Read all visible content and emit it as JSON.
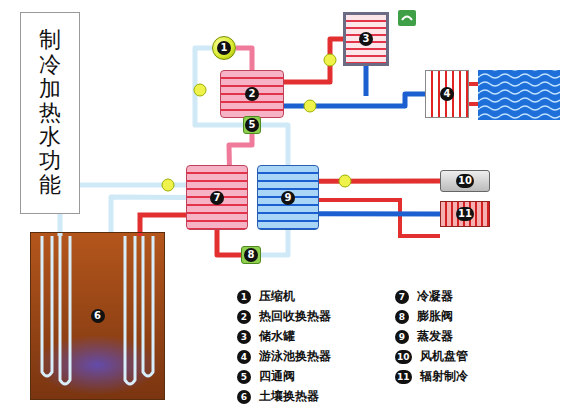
{
  "diagram": {
    "title": "制冷加热水功能",
    "nodes": [
      {
        "text": [
          "1"
        ]
      },
      {
        "text": [
          "2"
        ]
      },
      {
        "text": [
          "3"
        ]
      },
      {
        "text": [
          "4"
        ]
      },
      {
        "text": [
          "5"
        ]
      },
      {
        "text": [
          "6"
        ]
      },
      {
        "text": [
          "7"
        ]
      },
      {
        "text": [
          "8"
        ]
      },
      {
        "text": [
          "9"
        ]
      },
      {
        "text": [
          "10"
        ]
      },
      {
        "text": [
          "11"
        ]
      }
    ],
    "edges": [
      {
        "from": 0,
        "to": 1,
        "arrow": "none"
      },
      {
        "from": 1,
        "to": 2,
        "arrow": "none"
      },
      {
        "from": 1,
        "to": 3,
        "arrow": "none"
      },
      {
        "from": 4,
        "to": 1,
        "arrow": "none"
      },
      {
        "from": 0,
        "to": 4,
        "arrow": "none"
      },
      {
        "from": 4,
        "to": 6,
        "arrow": "none"
      },
      {
        "from": 4,
        "to": 8,
        "arrow": "none"
      },
      {
        "from": 6,
        "to": 7,
        "arrow": "none"
      },
      {
        "from": 7,
        "to": 8,
        "arrow": "none"
      },
      {
        "from": 8,
        "to": 9,
        "arrow": "none"
      },
      {
        "from": 8,
        "to": 10,
        "arrow": "none"
      },
      {
        "from": 6,
        "to": 5,
        "arrow": "none"
      }
    ],
    "labels": [
      "1",
      "2",
      "3",
      "4",
      "5",
      "6",
      "7",
      "8",
      "9",
      "10",
      "11"
    ],
    "legend": [
      {
        "text": "压缩机"
      },
      {
        "text": "热回收换热器"
      },
      {
        "text": "储水罐"
      },
      {
        "text": "游泳池换热器"
      },
      {
        "text": "四通阀"
      },
      {
        "text": "土壤换热器"
      },
      {
        "text": "冷凝器"
      },
      {
        "text": "膨胀阀"
      },
      {
        "text": "蒸发器"
      },
      {
        "text": "风机盘管"
      },
      {
        "text": "辐射制冷"
      }
    ]
  }
}
